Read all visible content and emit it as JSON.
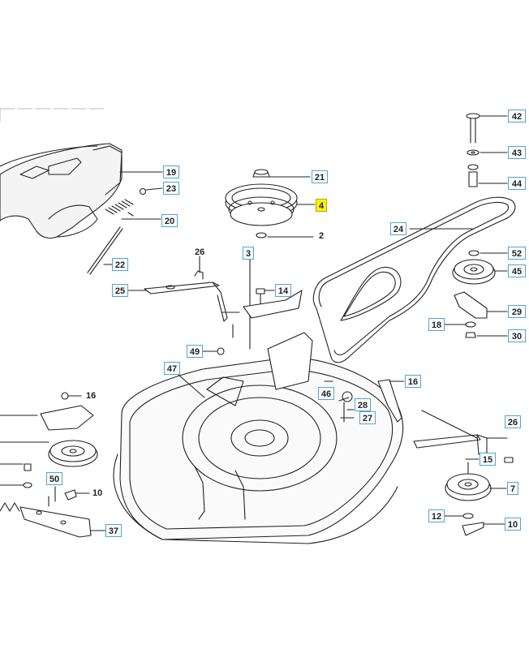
{
  "diagram": {
    "type": "exploded-parts-diagram",
    "highlight_color": "#fff200",
    "label_border_color": "#4aa7d6",
    "highlighted_part": "4",
    "labels": [
      {
        "id": "l42",
        "text": "42"
      },
      {
        "id": "l43",
        "text": "43"
      },
      {
        "id": "l44",
        "text": "44"
      },
      {
        "id": "l19",
        "text": "19"
      },
      {
        "id": "l23",
        "text": "23"
      },
      {
        "id": "l21",
        "text": "21"
      },
      {
        "id": "l4",
        "text": "4"
      },
      {
        "id": "l20",
        "text": "20"
      },
      {
        "id": "l24",
        "text": "24"
      },
      {
        "id": "l2",
        "text": "2"
      },
      {
        "id": "l3",
        "text": "3"
      },
      {
        "id": "l26a",
        "text": "26"
      },
      {
        "id": "l52",
        "text": "52"
      },
      {
        "id": "l22",
        "text": "22"
      },
      {
        "id": "l45",
        "text": "45"
      },
      {
        "id": "l25",
        "text": "25"
      },
      {
        "id": "l14",
        "text": "14"
      },
      {
        "id": "l29",
        "text": "29"
      },
      {
        "id": "l18",
        "text": "18"
      },
      {
        "id": "l30",
        "text": "30"
      },
      {
        "id": "l49",
        "text": "49"
      },
      {
        "id": "l47",
        "text": "47"
      },
      {
        "id": "l16a",
        "text": "16"
      },
      {
        "id": "l46",
        "text": "46"
      },
      {
        "id": "l16b",
        "text": "16"
      },
      {
        "id": "l28",
        "text": "28"
      },
      {
        "id": "l27",
        "text": "27"
      },
      {
        "id": "l26b",
        "text": "26"
      },
      {
        "id": "l15",
        "text": "15"
      },
      {
        "id": "l50",
        "text": "50"
      },
      {
        "id": "l10a",
        "text": "10"
      },
      {
        "id": "l7",
        "text": "7"
      },
      {
        "id": "l12",
        "text": "12"
      },
      {
        "id": "l10b",
        "text": "10"
      },
      {
        "id": "l37",
        "text": "37"
      }
    ]
  }
}
